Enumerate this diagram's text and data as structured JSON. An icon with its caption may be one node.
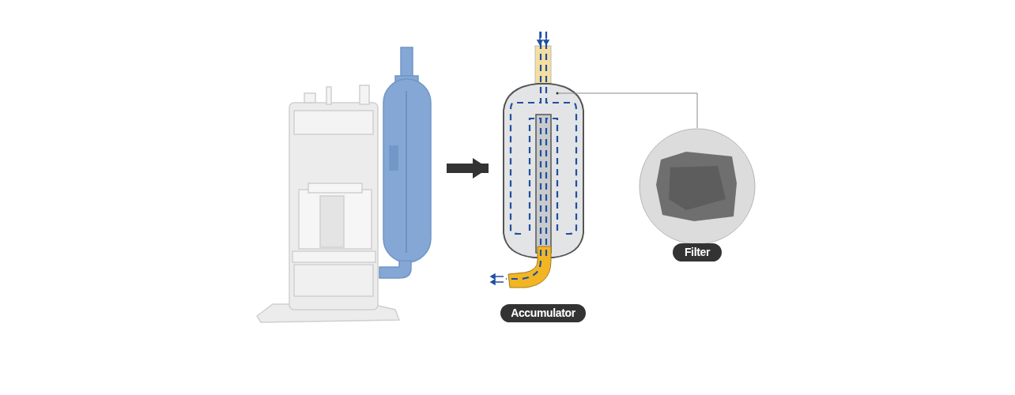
{
  "diagram": {
    "nodes": [
      {
        "text": [],
        "shape": "picture"
      },
      {
        "text": [],
        "shape": "picture"
      },
      {
        "text": [
          "Accumulator"
        ]
      },
      {
        "text": [],
        "shape": "picture"
      },
      {
        "text": [
          "Filter"
        ]
      }
    ],
    "edges": [
      {
        "from": 0,
        "to": 1,
        "arrow": "to",
        "style": "thick",
        "color": "#333333"
      },
      {
        "from": 1,
        "to": 3,
        "arrow": "none",
        "color": "#8a8a8a"
      }
    ]
  }
}
